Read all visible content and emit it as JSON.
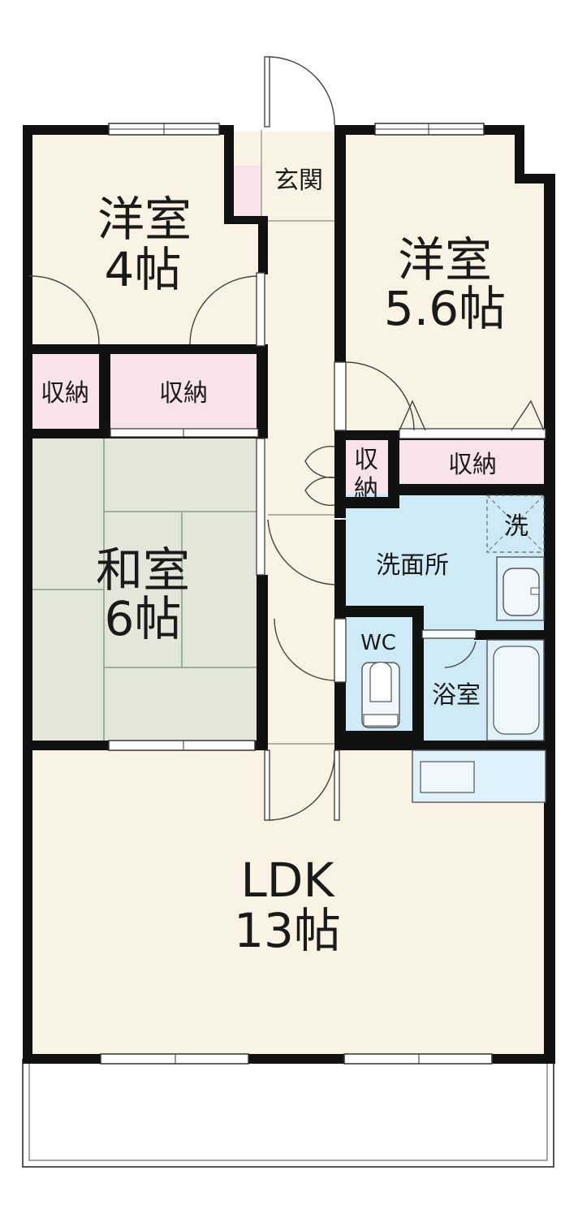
{
  "colors": {
    "wall": "#111111",
    "western_room": "#faf2e2",
    "storage": "#f9e3ea",
    "tatami": "#e2e7d9",
    "wet_area": "#cfeaf7",
    "balcony": "#ffffff"
  },
  "rooms": {
    "western_a": {
      "name": "洋室",
      "size": "4帖"
    },
    "western_b": {
      "name": "洋室",
      "size": "5.6帖"
    },
    "japanese": {
      "name": "和室",
      "size": "6帖"
    },
    "ldk": {
      "name": "LDK",
      "size": "13帖"
    },
    "entrance": {
      "name": "玄関"
    },
    "washroom": {
      "name": "洗面所"
    },
    "wc": {
      "name": "WC"
    },
    "bath": {
      "name": "浴室"
    },
    "washer_mark": "洗",
    "storage_1": {
      "lines": [
        "収納"
      ]
    },
    "storage_2": {
      "lines": [
        "収納"
      ]
    },
    "storage_3": {
      "lines": [
        "収",
        "納"
      ]
    },
    "storage_4": {
      "lines": [
        "収納"
      ]
    }
  }
}
